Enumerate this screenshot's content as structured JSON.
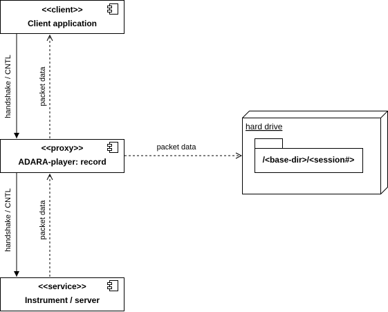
{
  "components": {
    "client": {
      "stereotype": "<<client>>",
      "name": "Client application"
    },
    "proxy": {
      "stereotype": "<<proxy>>",
      "name": "ADARA-player: record"
    },
    "service": {
      "stereotype": "<<service>>",
      "name": "Instrument / server"
    }
  },
  "edges": {
    "client_proxy_down": "handshake / CNTL",
    "client_proxy_up": "packet data",
    "proxy_service_down": "handshake / CNTL",
    "proxy_service_up": "packet data",
    "proxy_drive": "packet data"
  },
  "node": {
    "title": "hard drive",
    "folder": "/<base-dir>/<session#>"
  }
}
